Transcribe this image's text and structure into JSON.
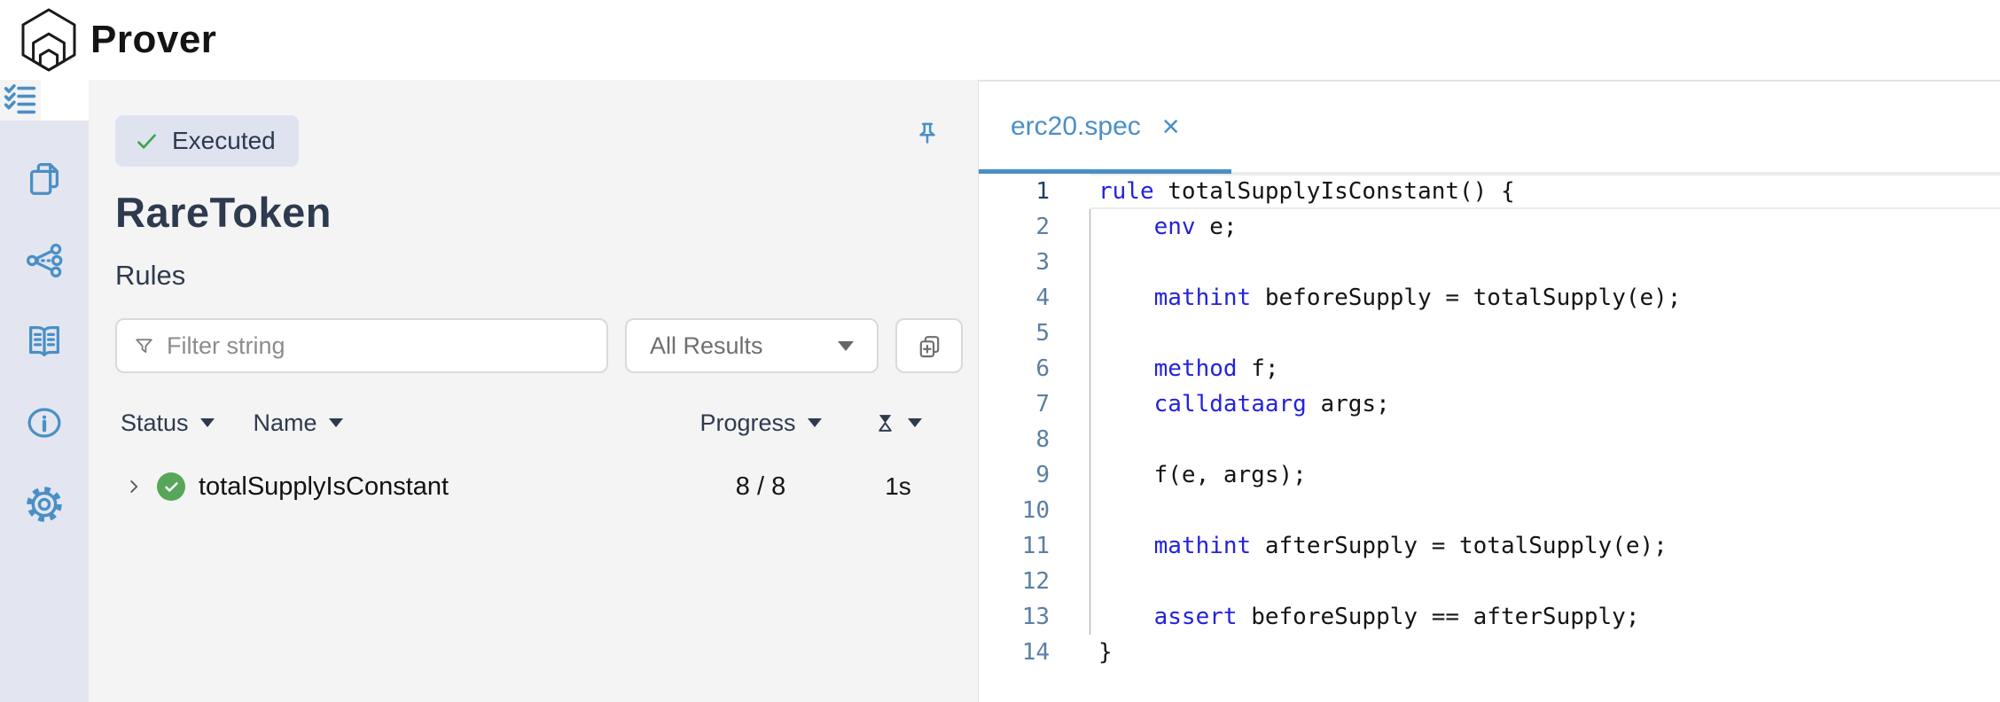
{
  "header": {
    "brand": "Prover"
  },
  "colors": {
    "accent_blue": "#4a8fc6",
    "keyword_blue": "#2323dd",
    "success_green": "#57a65a",
    "dark_slate": "#2e3a4e",
    "panel_bg": "#f4f4f5",
    "sidebar_bg": "#e3e6f0",
    "badge_bg": "#dfe3f0"
  },
  "sidebar": {
    "items": [
      {
        "icon": "checklist-icon",
        "active": true
      },
      {
        "icon": "copy-files-icon",
        "active": false
      },
      {
        "icon": "call-graph-icon",
        "active": false
      },
      {
        "icon": "book-icon",
        "active": false
      },
      {
        "icon": "info-icon",
        "active": false
      },
      {
        "icon": "gear-icon",
        "active": false
      }
    ]
  },
  "panel": {
    "status_badge": "Executed",
    "title": "RareToken",
    "subtitle": "Rules",
    "filter_placeholder": "Filter string",
    "results_dropdown": "All Results",
    "duplicate_button_icon": "copy-plus-icon",
    "pin_icon": "pin-icon",
    "table": {
      "columns": [
        "Status",
        "Name",
        "Progress"
      ],
      "duration_column_icon": "hourglass-icon",
      "rows": [
        {
          "status": "verified",
          "name": "totalSupplyIsConstant",
          "progress": "8 / 8",
          "duration": "1s"
        }
      ]
    }
  },
  "editor": {
    "tab_label": "erc20.spec",
    "close_label": "×",
    "lines": [
      {
        "num": "1",
        "active": true,
        "guide": false,
        "segments": [
          [
            "k",
            "rule"
          ],
          [
            "p",
            " totalSupplyIsConstant() {"
          ]
        ]
      },
      {
        "num": "2",
        "active": false,
        "guide": true,
        "segments": [
          [
            "p",
            "    "
          ],
          [
            "k",
            "env"
          ],
          [
            "p",
            " e;"
          ]
        ]
      },
      {
        "num": "3",
        "active": false,
        "guide": true,
        "segments": []
      },
      {
        "num": "4",
        "active": false,
        "guide": true,
        "segments": [
          [
            "p",
            "    "
          ],
          [
            "k",
            "mathint"
          ],
          [
            "p",
            " beforeSupply = totalSupply(e);"
          ]
        ]
      },
      {
        "num": "5",
        "active": false,
        "guide": true,
        "segments": []
      },
      {
        "num": "6",
        "active": false,
        "guide": true,
        "segments": [
          [
            "p",
            "    "
          ],
          [
            "k",
            "method"
          ],
          [
            "p",
            " f;"
          ]
        ]
      },
      {
        "num": "7",
        "active": false,
        "guide": true,
        "segments": [
          [
            "p",
            "    "
          ],
          [
            "k",
            "calldataarg"
          ],
          [
            "p",
            " args;"
          ]
        ]
      },
      {
        "num": "8",
        "active": false,
        "guide": true,
        "segments": []
      },
      {
        "num": "9",
        "active": false,
        "guide": true,
        "segments": [
          [
            "p",
            "    f(e, args);"
          ]
        ]
      },
      {
        "num": "10",
        "active": false,
        "guide": true,
        "segments": []
      },
      {
        "num": "11",
        "active": false,
        "guide": true,
        "segments": [
          [
            "p",
            "    "
          ],
          [
            "k",
            "mathint"
          ],
          [
            "p",
            " afterSupply = totalSupply(e);"
          ]
        ]
      },
      {
        "num": "12",
        "active": false,
        "guide": true,
        "segments": []
      },
      {
        "num": "13",
        "active": false,
        "guide": true,
        "segments": [
          [
            "p",
            "    "
          ],
          [
            "k",
            "assert"
          ],
          [
            "p",
            " beforeSupply == afterSupply;"
          ]
        ]
      },
      {
        "num": "14",
        "active": false,
        "guide": false,
        "segments": [
          [
            "p",
            "}"
          ]
        ]
      }
    ]
  }
}
